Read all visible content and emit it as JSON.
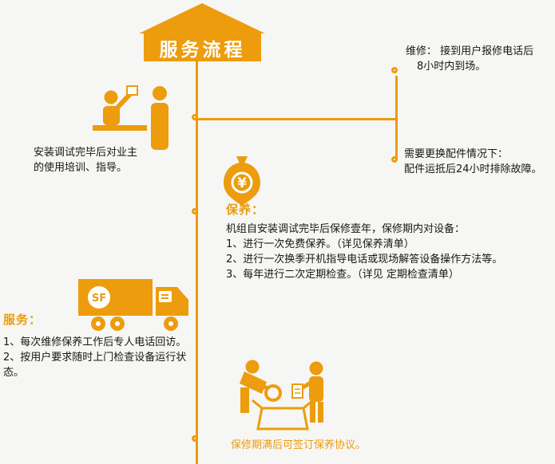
{
  "colors": {
    "accent": "#EC9C0D",
    "background": "#F6F6F4",
    "text": "#161616",
    "sign_text": "#FFFFFF"
  },
  "banner": {
    "title": "服务流程"
  },
  "repair": {
    "line1": "维修：  接到用户报修电话后",
    "line2": "8小时内到场。"
  },
  "parts": {
    "line1": "需要更换配件情况下：",
    "line2": "配件运抵后24小时排除故障。"
  },
  "training": {
    "line1": "安装调试完毕后对业主",
    "line2": "的使用培训、指导。"
  },
  "maintenance": {
    "title": "保养：",
    "intro": "机组自安装调试完毕后保修壹年，保修期内对设备：",
    "item1": "1、进行一次免费保养。（详见保养清单）",
    "item2": "2、进行一次换季开机指导电话或现场解答设备操作方法等。",
    "item3": "3、每年进行二次定期检查。（详见 定期检查清单）"
  },
  "service": {
    "title": "服务：",
    "item1": "1、每次维修保养工作后专人电话回访。",
    "item2_line1": "2、按用户要求随时上门检查设备运行状",
    "item2_line2": "态。"
  },
  "agreement": {
    "caption": "保修期满后可签订保养协议。"
  },
  "icons": {
    "truck_logo": "SF",
    "money_symbol": "¥"
  }
}
